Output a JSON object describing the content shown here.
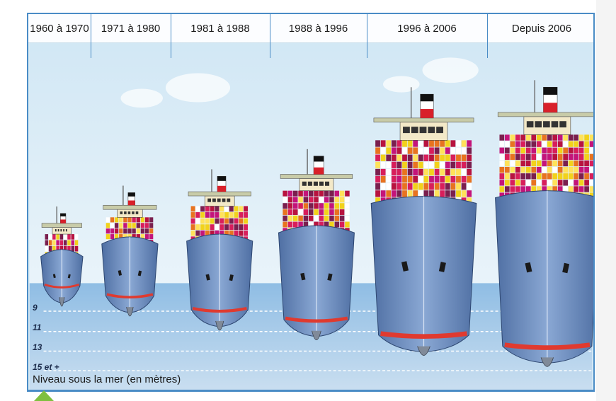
{
  "periods": [
    {
      "label": "1960 à 1970"
    },
    {
      "label": "1971 à 1980"
    },
    {
      "label": "1981 à 1988"
    },
    {
      "label": "1988 à 1996"
    },
    {
      "label": "1996 à 2006"
    },
    {
      "label": "Depuis 2006"
    }
  ],
  "depth_scale": {
    "ticks": [
      "9",
      "11",
      "13",
      "15 et +"
    ],
    "caption": "Niveau sous la mer (en mètres)"
  },
  "colors": {
    "sky": "#d9ecf6",
    "sea": "#7fb4df",
    "hull": "#6d8fc0",
    "hull_dark": "#3e5f93",
    "frame": "#4a8cc6",
    "waterline": "#e03a2f",
    "container_palette": [
      "#d81e5b",
      "#f2d21b",
      "#e8731f",
      "#7a1f4e",
      "#ffffff",
      "#c4147a",
      "#ffe25a",
      "#b8133f"
    ]
  }
}
